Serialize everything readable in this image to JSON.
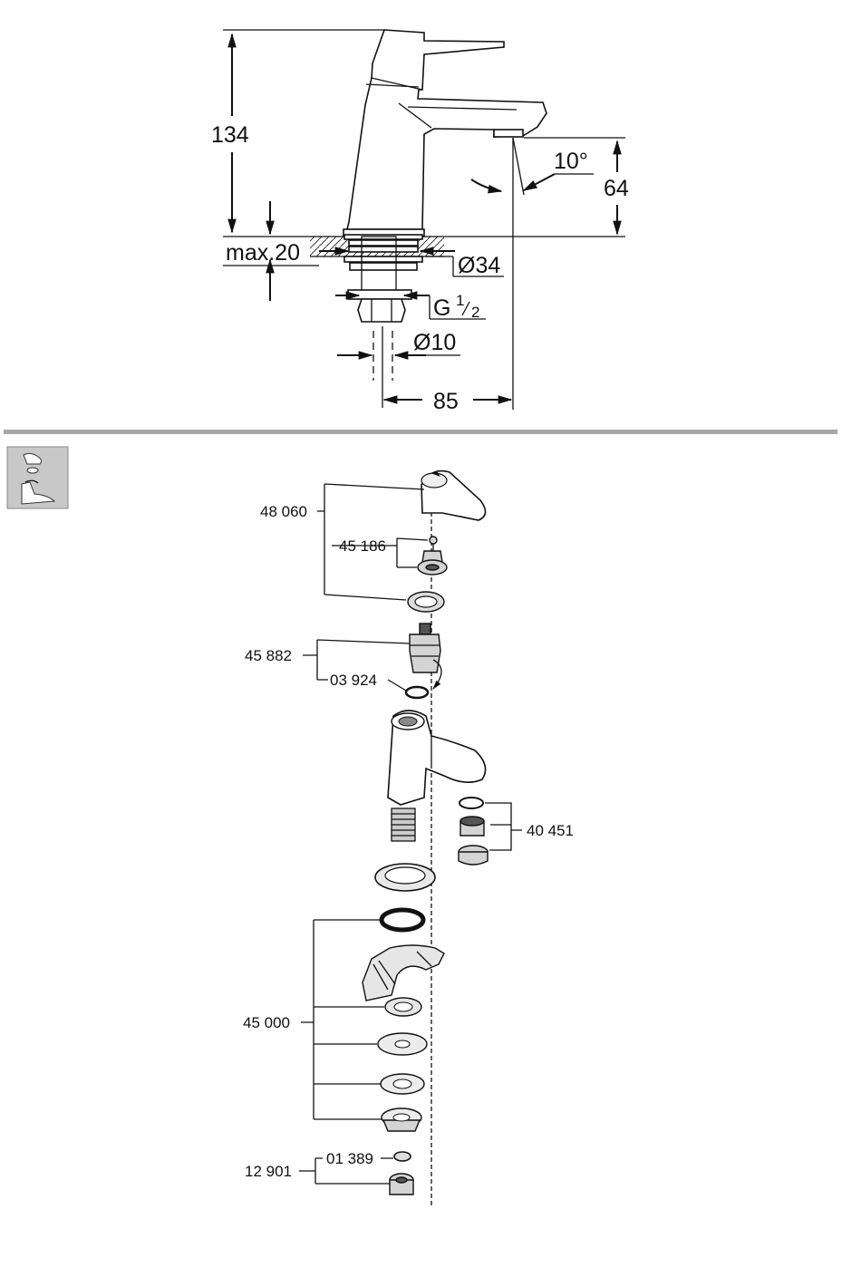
{
  "dimensions": {
    "height": "134",
    "spout_height": "64",
    "angle": "10°",
    "deck_thickness": "max.20",
    "hole_diameter": "Ø34",
    "thread": "G",
    "thread_num": "1",
    "thread_den": "2",
    "pipe_diameter": "Ø10",
    "projection": "85"
  },
  "parts": {
    "lever": "48 060",
    "screw_set": "45 186",
    "cartridge": "45 882",
    "o_ring": "03 924",
    "aerator": "40 451",
    "fixing_set": "45 000",
    "nut_set": "12 901",
    "washer": "01 389"
  },
  "colors": {
    "line": "#111111",
    "divider": "#a6a6a6",
    "icon_bg": "#c8c8c8"
  },
  "icons": {
    "spare_parts": "spare-parts-icon"
  }
}
